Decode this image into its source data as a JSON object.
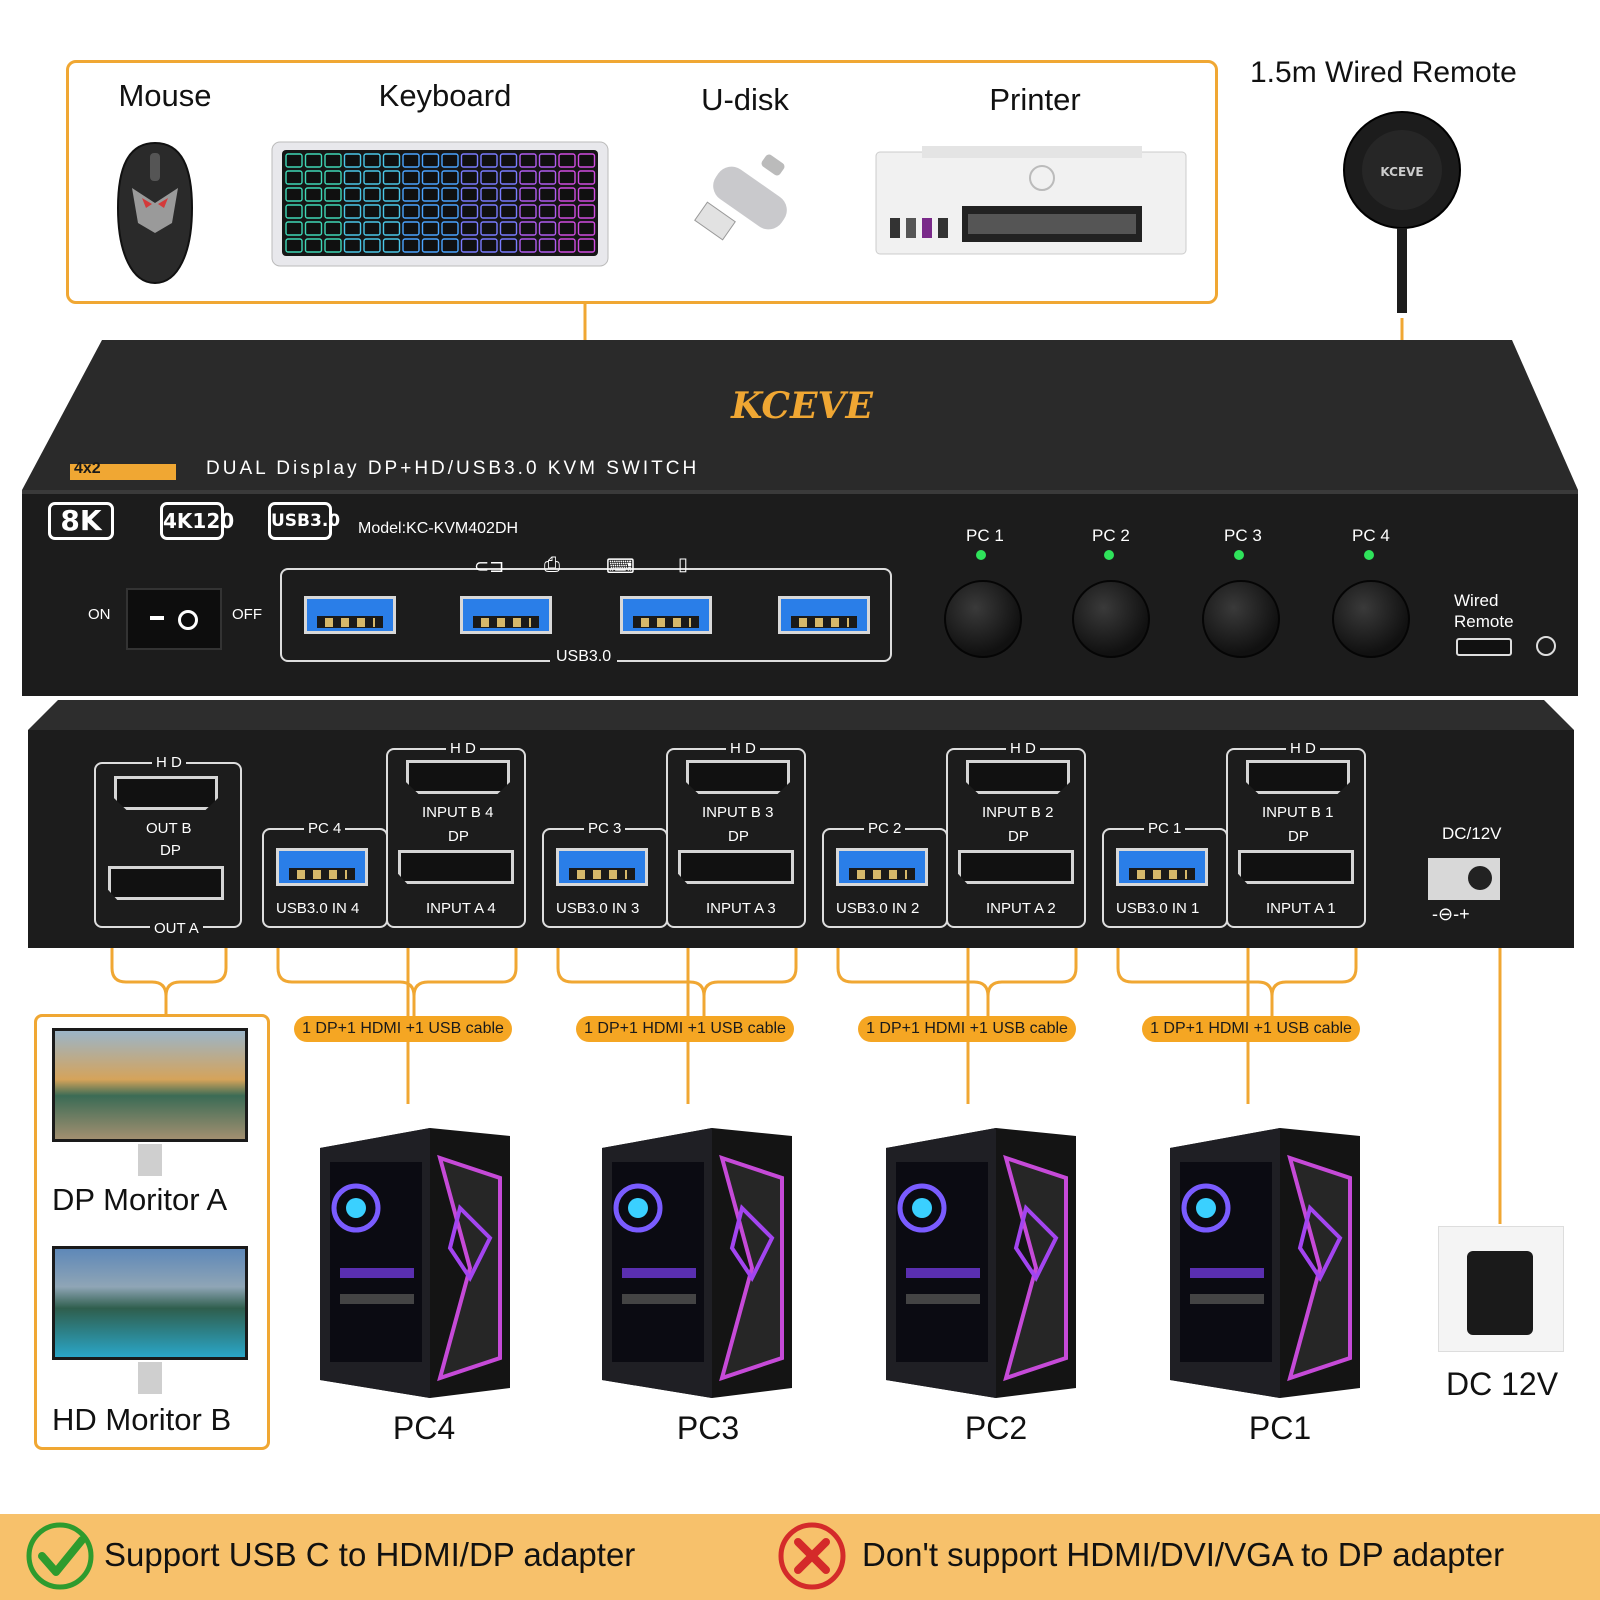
{
  "peripherals": {
    "mouse": "Mouse",
    "keyboard": "Keyboard",
    "udisk": "U-disk",
    "printer": "Printer",
    "remote": "1.5m Wired Remote"
  },
  "brand": "KCEVE",
  "front": {
    "size_badge": "4x2",
    "title": "DUAL Display DP+HD/USB3.0 KVM SWITCH",
    "badges": [
      "8K",
      "4K120",
      "USB3.0"
    ],
    "model": "Model:KC-KVM402DH",
    "on": "ON",
    "off": "OFF",
    "usb_label": "USB3.0",
    "pc_labels": [
      "PC 1",
      "PC 2",
      "PC 3",
      "PC 4"
    ],
    "wired_remote": "Wired\nRemote"
  },
  "rear": {
    "hd": "H D",
    "dp": "DP",
    "out_b": "OUT B",
    "out_a": "OUT A",
    "groups": [
      {
        "pc": "PC 4",
        "usb": "USB3.0 IN 4",
        "in_b": "INPUT B 4",
        "in_a": "INPUT A 4"
      },
      {
        "pc": "PC 3",
        "usb": "USB3.0 IN 3",
        "in_b": "INPUT B 3",
        "in_a": "INPUT A 3"
      },
      {
        "pc": "PC 2",
        "usb": "USB3.0 IN 2",
        "in_b": "INPUT B 2",
        "in_a": "INPUT A 2"
      },
      {
        "pc": "PC 1",
        "usb": "USB3.0 IN 1",
        "in_b": "INPUT B 1",
        "in_a": "INPUT A 1"
      }
    ],
    "dc": "DC/12V"
  },
  "cable_tag": "1 DP+1 HDMI +1 USB cable",
  "pcs": [
    "PC4",
    "PC3",
    "PC2",
    "PC1"
  ],
  "monitors": {
    "a": "DP Moritor A",
    "b": "HD Moritor B"
  },
  "power": "DC 12V",
  "bottom": {
    "support": "Support USB C to HDMI/DP adapter",
    "not_support": "Don't support HDMI/DVI/VGA to DP adapter"
  },
  "colors": {
    "accent": "#f0a733",
    "device": "#1e1e1e",
    "led": "#2fe35b",
    "bottom_bar": "#f7c16b",
    "check": "#2e9b2e",
    "cross": "#d42a2a"
  }
}
